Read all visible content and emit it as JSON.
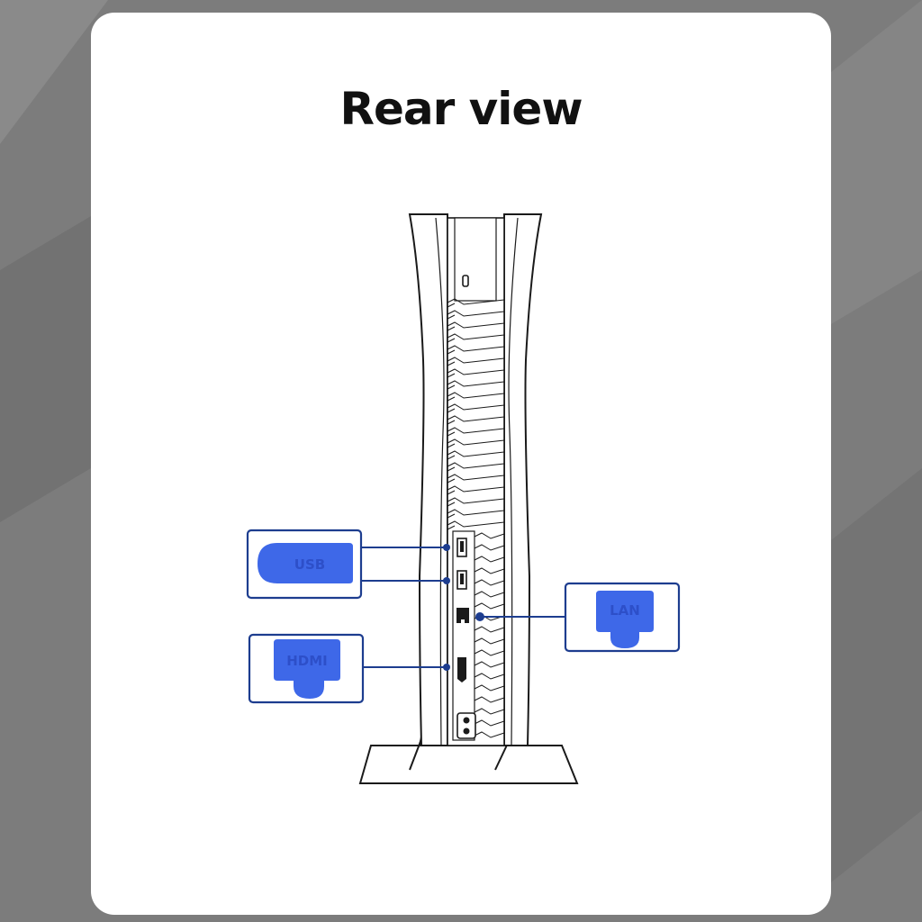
{
  "title": "Rear view",
  "colors": {
    "background": "#7c7c7c",
    "card": "#ffffff",
    "outline": "#1a1a1a",
    "callout_border": "#1d3d8f",
    "plug": "#3e68e8"
  },
  "callouts": [
    {
      "id": "usb",
      "label": "USB"
    },
    {
      "id": "hdmi",
      "label": "HDMI"
    },
    {
      "id": "lan",
      "label": "LAN"
    }
  ]
}
